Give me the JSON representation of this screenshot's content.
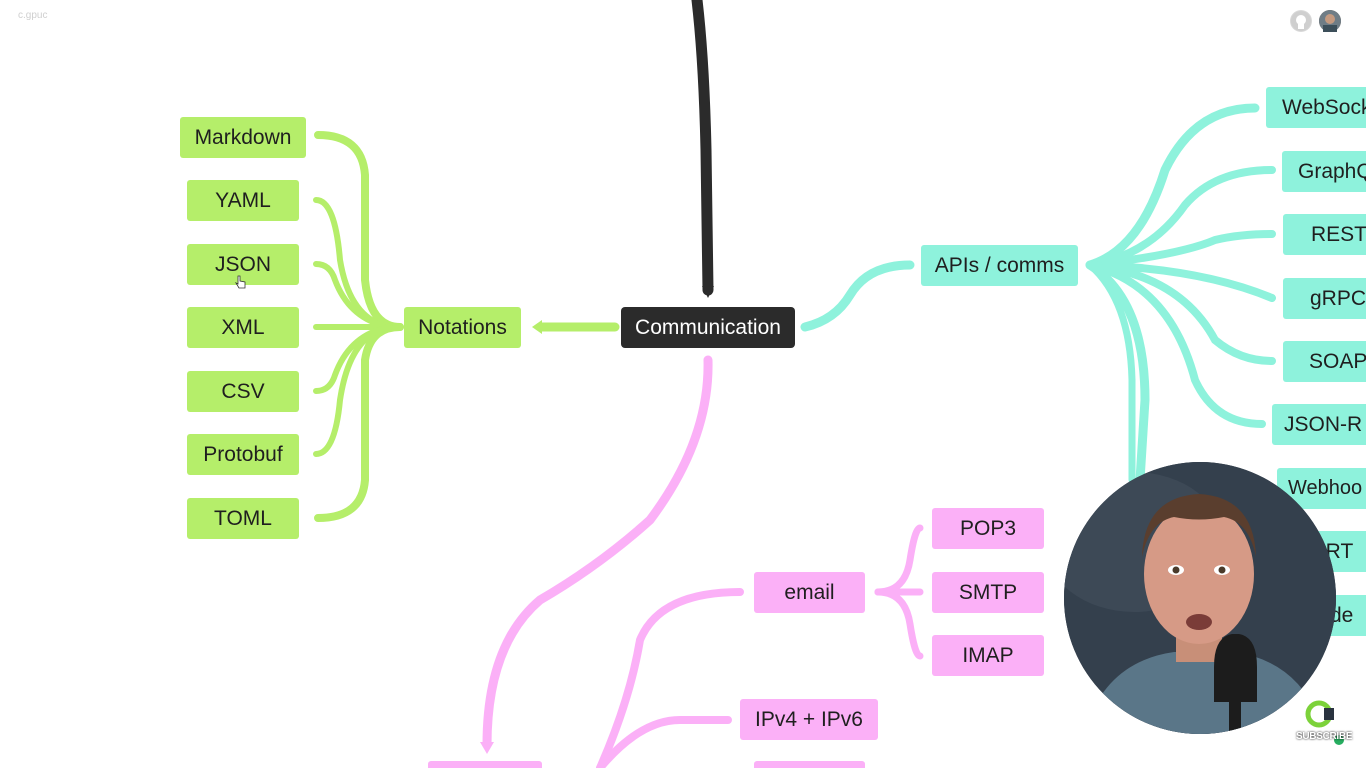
{
  "window": {
    "tab_hint": "c.gpuc"
  },
  "center": {
    "label": "Communication"
  },
  "notations": {
    "hub": "Notations",
    "items": [
      "Markdown",
      "YAML",
      "JSON",
      "XML",
      "CSV",
      "Protobuf",
      "TOML"
    ]
  },
  "apis": {
    "hub": "APIs / comms",
    "items": [
      "WebSock",
      "GraphQ",
      "REST",
      "gRPC",
      "SOAP",
      "JSON-R",
      "Webhoo",
      "bRT",
      "de"
    ]
  },
  "email": {
    "hub": "email",
    "items": [
      "POP3",
      "SMTP",
      "IMAP"
    ]
  },
  "network": {
    "ip": "IPv4 + IPv6"
  },
  "overlay": {
    "subscribe": "SUBSCRIBE",
    "logo_letter": "C"
  },
  "colors": {
    "green": "#b5ee6a",
    "teal": "#8ef2dc",
    "pink": "#fbb0f7",
    "dark": "#2b2b2b"
  },
  "icons": [
    "github-icon",
    "user-avatar-icon",
    "presenter-webcam",
    "subscribe-logo"
  ]
}
